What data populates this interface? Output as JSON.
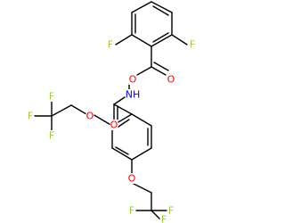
{
  "molecule": {
    "labels": {
      "f_left": "F",
      "f_right": "F",
      "o_ester_carbonyl": "O",
      "o_ester_link": "O",
      "nh": "NH",
      "o_amide_carbonyl": "O",
      "o_ether_top": "O",
      "o_ether_bottom": "O",
      "cf3_top_f1": "F",
      "cf3_top_f2": "F",
      "cf3_top_f3": "F",
      "cf3_bottom_f1": "F",
      "cf3_bottom_f2": "F",
      "cf3_bottom_f3": "F"
    },
    "colors": {
      "bond": "#000000",
      "fluorine": "#9acd32",
      "oxygen": "#ff0000",
      "nitrogen": "#0000ff"
    }
  }
}
